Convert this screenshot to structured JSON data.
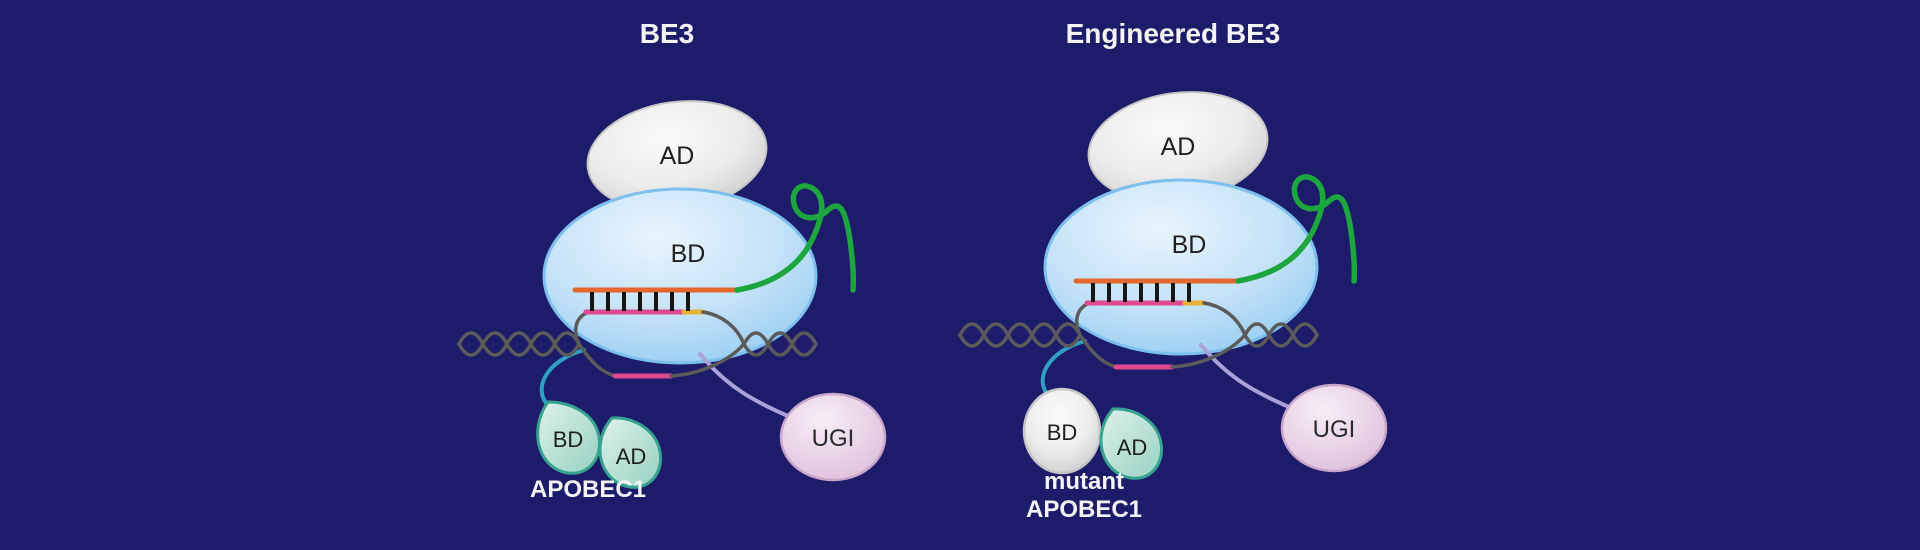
{
  "figure": {
    "left": {
      "title": "BE3",
      "cas9_ad_label": "AD",
      "cas9_bd_label": "BD",
      "apobec_bd_label": "BD",
      "apobec_ad_label": "AD",
      "apobec_name": "APOBEC1",
      "ugi_label": "UGI"
    },
    "right": {
      "title": "Engineered BE3",
      "cas9_ad_label": "AD",
      "cas9_bd_label": "BD",
      "apobec_bd_label": "BD",
      "apobec_ad_label": "AD",
      "apobec_name_line1": "mutant",
      "apobec_name_line2": "APOBEC1",
      "ugi_label": "UGI"
    },
    "colors": {
      "background": "#1c1c6b",
      "cas9_body_blue": "#bcdef7",
      "ad_domain_gray": "#e9e9e9",
      "sgrna_scaffold_green": "#1da53e",
      "guide_rna_orange": "#e4672e",
      "dna_gray": "#5b5b5b",
      "edited_strand_pink": "#e0488f",
      "pam_gold": "#e8b234",
      "apobec_teal": "#9bd3c4",
      "ugi_pink": "#e9d3e8",
      "linker_apobec_teal": "#2fa0c4",
      "linker_ugi_lavender": "#a8a2d8"
    }
  }
}
